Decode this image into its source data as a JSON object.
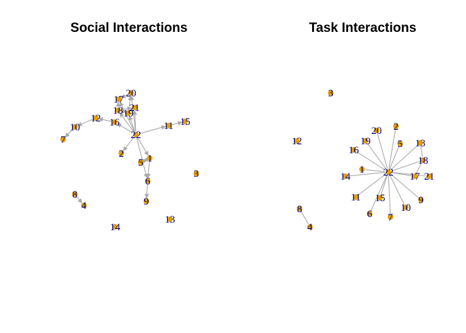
{
  "colors": {
    "node_fill": "#e6a000",
    "label": "#000080",
    "edge": "#a9a9a9",
    "title": "#000000",
    "background": "#ffffff"
  },
  "panels": [
    {
      "title": "Social Interactions",
      "directed": true,
      "nodes": [
        "2",
        "3",
        "4",
        "5",
        "6",
        "7",
        "8",
        "9",
        "10",
        "11",
        "12",
        "13",
        "14",
        "15",
        "16",
        "17",
        "18",
        "19",
        "20",
        "21",
        "22",
        "1"
      ],
      "edges": [
        [
          "22",
          "1"
        ],
        [
          "22",
          "2"
        ],
        [
          "22",
          "6"
        ],
        [
          "22",
          "11"
        ],
        [
          "22",
          "16"
        ],
        [
          "22",
          "17"
        ],
        [
          "22",
          "18"
        ],
        [
          "22",
          "19"
        ],
        [
          "22",
          "20"
        ],
        [
          "22",
          "21"
        ],
        [
          "11",
          "15"
        ],
        [
          "16",
          "12"
        ],
        [
          "12",
          "10"
        ],
        [
          "10",
          "7"
        ],
        [
          "1",
          "5"
        ],
        [
          "5",
          "1"
        ],
        [
          "1",
          "6"
        ],
        [
          "6",
          "9"
        ],
        [
          "8",
          "4"
        ],
        [
          "18",
          "17"
        ],
        [
          "18",
          "19"
        ],
        [
          "19",
          "20"
        ],
        [
          "20",
          "17"
        ],
        [
          "21",
          "19"
        ],
        [
          "18",
          "21"
        ]
      ]
    },
    {
      "title": "Task Interactions",
      "directed": false,
      "nodes": [
        "3",
        "12",
        "8",
        "4",
        "2",
        "20",
        "19",
        "16",
        "5",
        "13",
        "18",
        "1",
        "14",
        "22",
        "17",
        "21",
        "11",
        "15",
        "9",
        "10",
        "6",
        "7"
      ],
      "edges": [
        [
          "22",
          "1"
        ],
        [
          "22",
          "2"
        ],
        [
          "22",
          "5"
        ],
        [
          "22",
          "6"
        ],
        [
          "22",
          "7"
        ],
        [
          "22",
          "9"
        ],
        [
          "22",
          "10"
        ],
        [
          "22",
          "11"
        ],
        [
          "22",
          "13"
        ],
        [
          "22",
          "14"
        ],
        [
          "22",
          "15"
        ],
        [
          "22",
          "16"
        ],
        [
          "22",
          "17"
        ],
        [
          "22",
          "18"
        ],
        [
          "22",
          "19"
        ],
        [
          "22",
          "20"
        ],
        [
          "22",
          "21"
        ],
        [
          "13",
          "18"
        ],
        [
          "18",
          "17"
        ],
        [
          "8",
          "4"
        ]
      ]
    }
  ]
}
